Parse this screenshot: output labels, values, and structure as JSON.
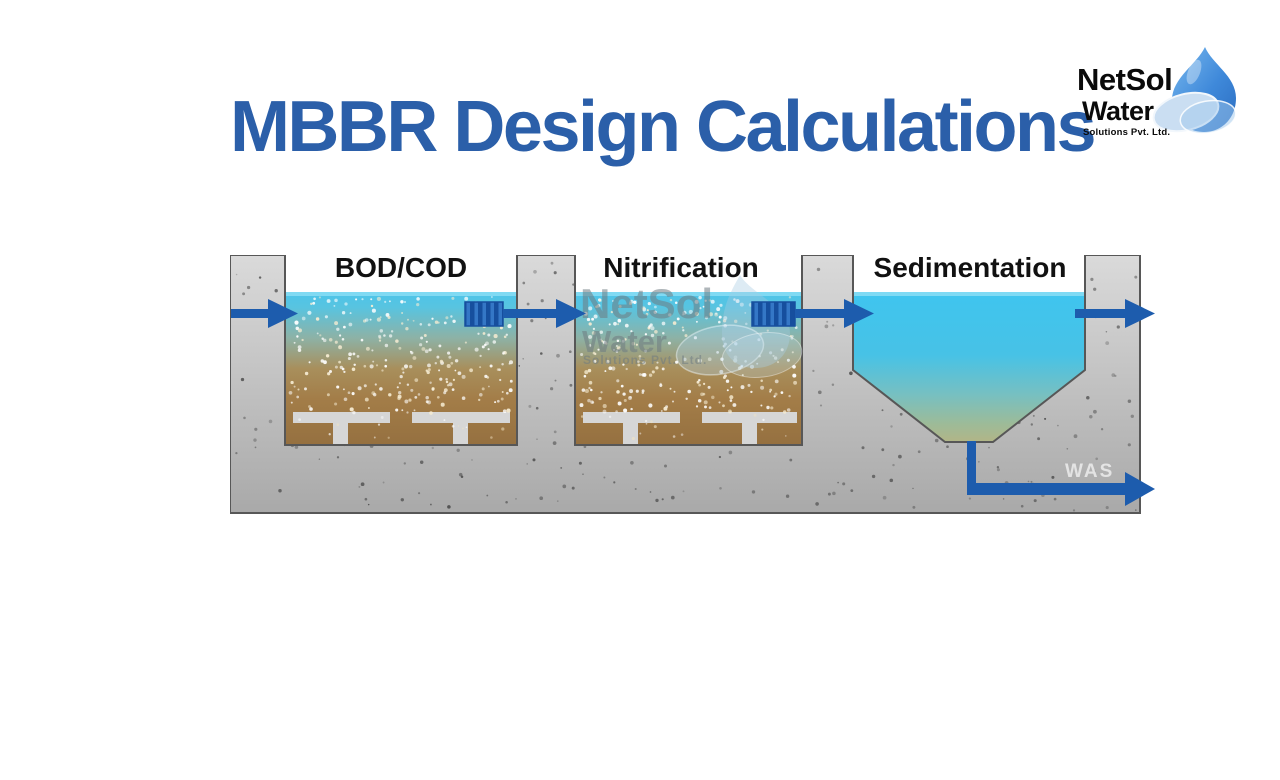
{
  "title": "MBBR Design Calculations",
  "logo": {
    "line1": "NetSol",
    "line2": "Water",
    "line3": "Solutions Pvt. Ltd."
  },
  "diagram": {
    "stage_labels": [
      "BOD/COD",
      "Nitrification",
      "Sedimentation"
    ],
    "was_label": "WAS",
    "watermark": {
      "line1": "NetSol",
      "line2": "Water",
      "line3": "Solutions Pvt. Ltd."
    }
  },
  "colors": {
    "title_blue": "#2b5fa9",
    "arrow_blue": "#1d5cad",
    "stripe_dark": "#164f9e",
    "stripe_light": "#3477c6",
    "water_cyan": "#45c6ee",
    "water_surface": "#86dcf4",
    "tank_brown": "#9c7743",
    "concrete_light": "#dadada",
    "concrete_dark": "#a9a9a9",
    "outline_gray": "#575757",
    "diffuser_gray": "#d6d6d6",
    "label_black": "#111111",
    "watermark_gray": "#6f7c82",
    "was_text": "#ebebeb",
    "logo_black": "#0a0a0a",
    "logo_drop_blue": "#3b87d8",
    "logo_drop_light": "#cadef2"
  }
}
